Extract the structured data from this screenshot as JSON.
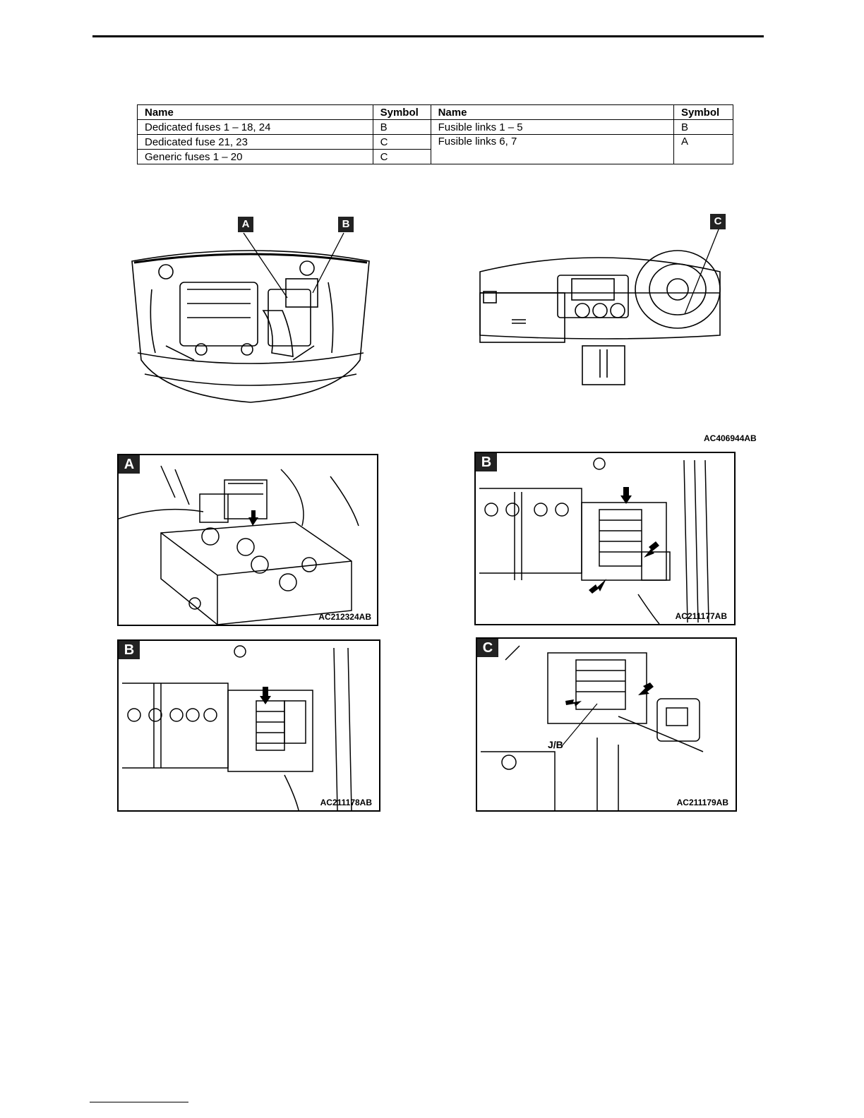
{
  "table": {
    "headers": [
      "Name",
      "Symbol",
      "Name",
      "Symbol"
    ],
    "rows": [
      {
        "name1": "Dedicated fuses 1 – 18, 24",
        "sym1": "B",
        "name2": "Fusible links 1 – 5",
        "sym2": "B"
      },
      {
        "name1": "Dedicated fuse 21, 23",
        "sym1": "C",
        "name2": "Fusible links 6, 7",
        "sym2": "A"
      },
      {
        "name1": "Generic fuses 1 – 20",
        "sym1": "C"
      }
    ]
  },
  "overview": {
    "label_a": "A",
    "label_b": "B",
    "label_c": "C",
    "code": "AC406944AB"
  },
  "panels": [
    {
      "label": "A",
      "code": "AC212324AB"
    },
    {
      "label": "B",
      "code": "AC211177AB"
    },
    {
      "label": "B",
      "code": "AC211178AB"
    },
    {
      "label": "C",
      "code": "AC211179AB",
      "callout": "J/B"
    }
  ]
}
